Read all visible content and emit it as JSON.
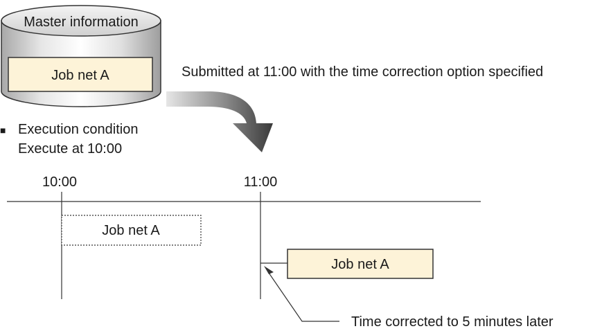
{
  "database": {
    "title": "Master information",
    "job_label": "Job net A"
  },
  "submission_note": "Submitted at 11:00 with the time correction option specified",
  "execution_condition": {
    "bullet": "■",
    "heading": "Execution condition",
    "detail": "Execute at 10:00"
  },
  "timeline": {
    "time_a": "10:00",
    "time_b": "11:00",
    "planned_job_label": "Job net A",
    "corrected_job_label": "Job net A",
    "correction_note": "Time corrected to 5 minutes later"
  },
  "colors": {
    "job_box_fill": "#fdf3d8",
    "arrow_dark": "#3a3a3a",
    "line": "#333333"
  }
}
